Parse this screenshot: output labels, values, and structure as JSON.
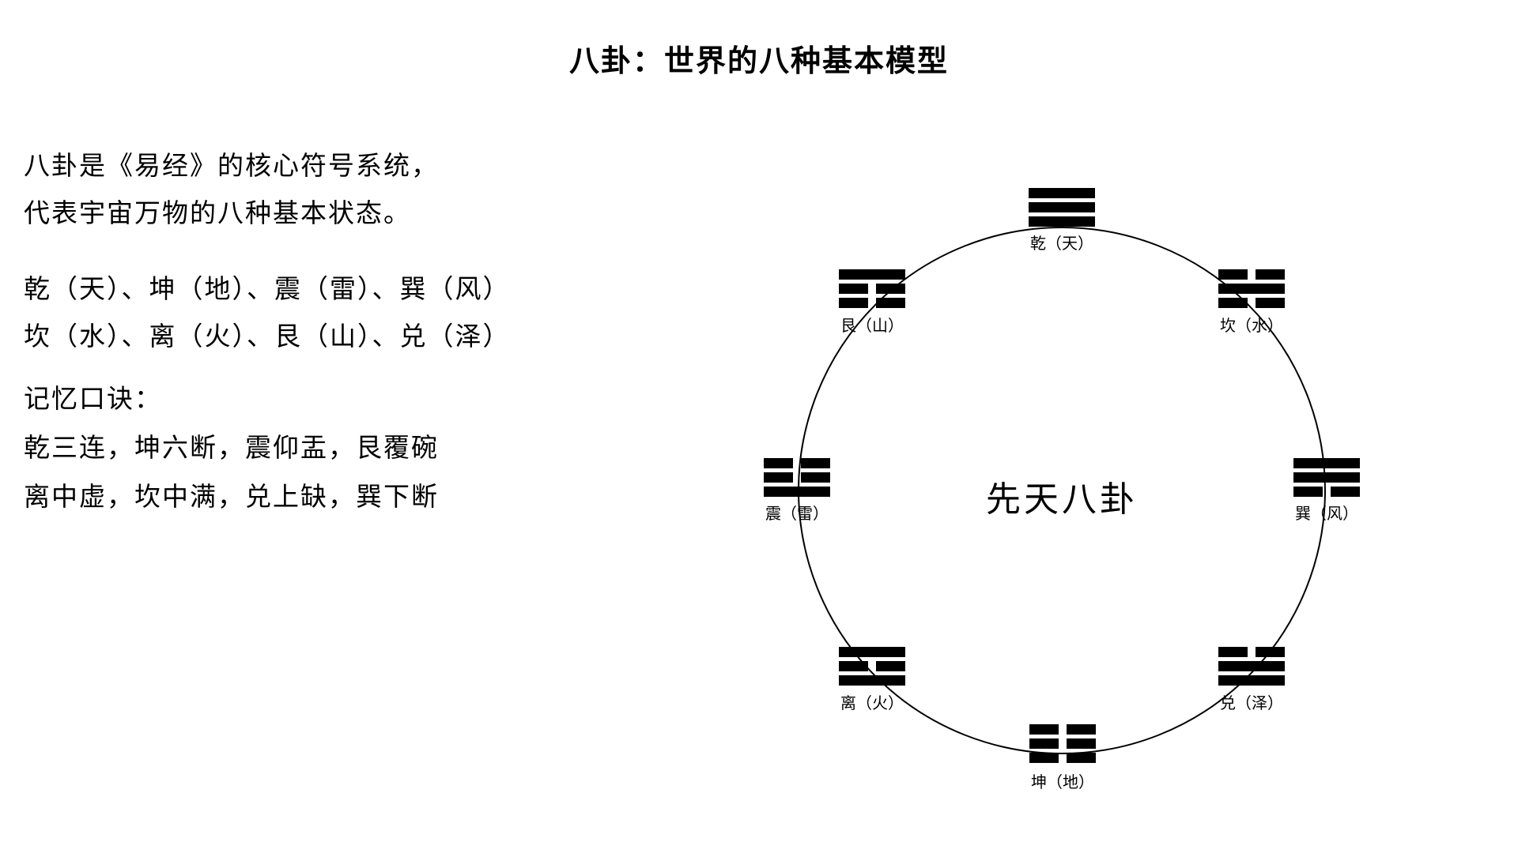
{
  "title": "八卦：世界的八种基本模型",
  "intro": {
    "line1": "八卦是《易经》的核心符号系统，",
    "line2": "代表宇宙万物的八种基本状态。"
  },
  "trigram_list": {
    "line1": "乾（天）、坤（地）、震（雷）、巽（风）",
    "line2": "坎（水）、离（火）、艮（山）、兑（泽）"
  },
  "mnemonic": {
    "heading": "记忆口诀：",
    "line1": "乾三连，坤六断，震仰盂，艮覆碗",
    "line2": "离中虚，坎中满，兑上缺，巽下断"
  },
  "diagram": {
    "center_label": "先天八卦",
    "arrangement": "先天八卦",
    "trigrams": [
      {
        "id": "qian",
        "label": "乾（天）",
        "symbol": "☰",
        "lines": [
          1,
          1,
          1
        ],
        "position": "top"
      },
      {
        "id": "gen",
        "label": "艮（山）",
        "symbol": "☶",
        "lines": [
          1,
          0,
          0
        ],
        "position": "upper-left"
      },
      {
        "id": "kan",
        "label": "坎（水）",
        "symbol": "☵",
        "lines": [
          0,
          1,
          0
        ],
        "position": "upper-right"
      },
      {
        "id": "zhen",
        "label": "震（雷）",
        "symbol": "☳",
        "lines": [
          0,
          0,
          1
        ],
        "position": "left"
      },
      {
        "id": "xun",
        "label": "巽（风）",
        "symbol": "☴",
        "lines": [
          1,
          1,
          0
        ],
        "position": "right"
      },
      {
        "id": "li",
        "label": "离（火）",
        "symbol": "☲",
        "lines": [
          1,
          0,
          1
        ],
        "position": "lower-left"
      },
      {
        "id": "dui",
        "label": "兑（泽）",
        "symbol": "☱",
        "lines": [
          0,
          1,
          1
        ],
        "position": "lower-right"
      },
      {
        "id": "kun",
        "label": "坤（地）",
        "symbol": "☷",
        "lines": [
          0,
          0,
          0
        ],
        "position": "bottom"
      }
    ]
  },
  "colors": {
    "text": "#000000",
    "background": "#ffffff",
    "circle_stroke": "#000000",
    "trigram_bar": "#000000"
  }
}
